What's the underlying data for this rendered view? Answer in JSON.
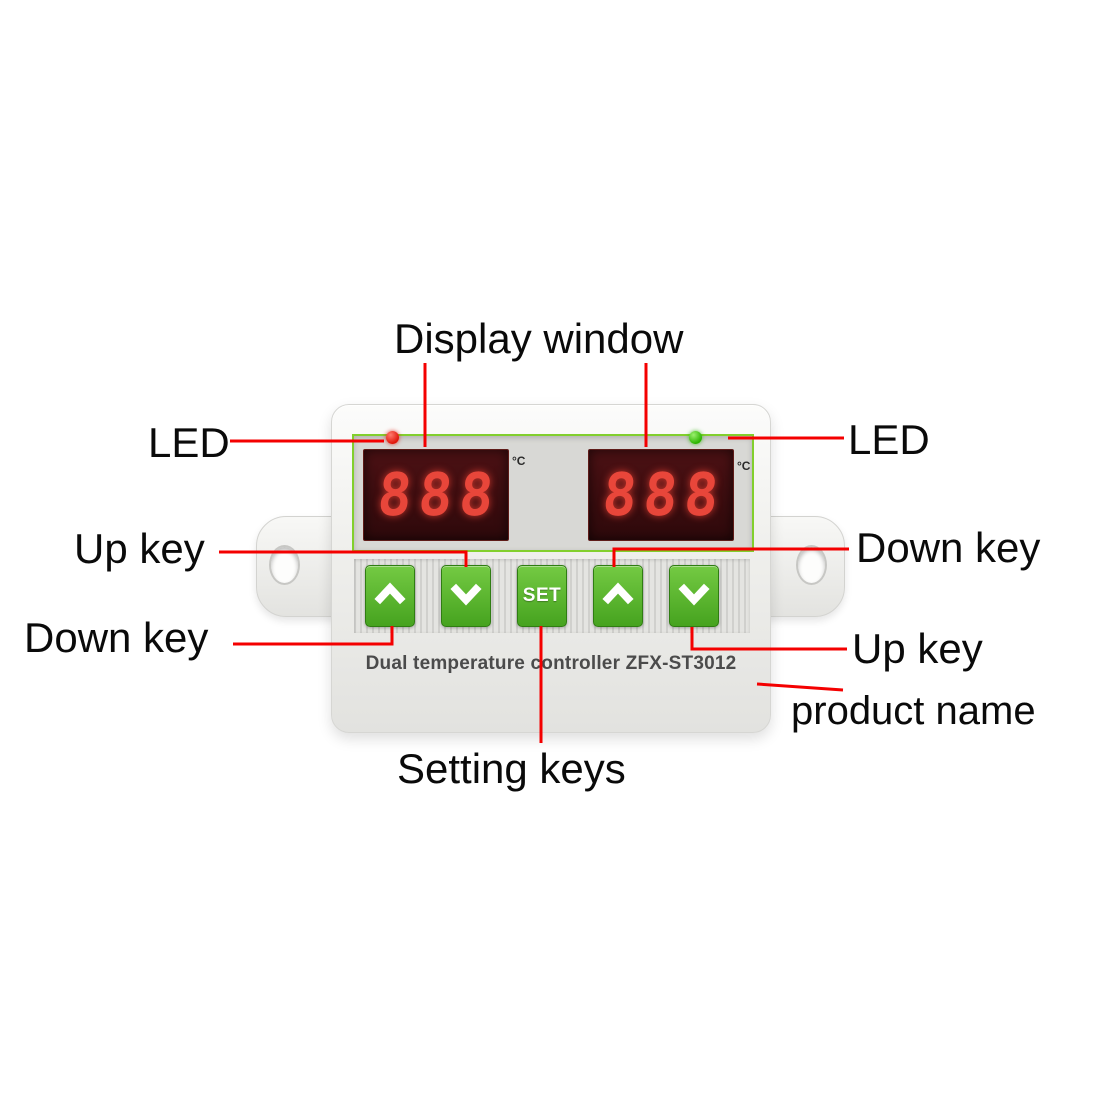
{
  "annotations": {
    "display_window": {
      "label": "Display window"
    },
    "led_left": {
      "label": "LED"
    },
    "led_right": {
      "label": "LED"
    },
    "up_key_left": {
      "label": "Up key"
    },
    "down_key_left": {
      "label": "Down key"
    },
    "down_key_right": {
      "label": "Down key"
    },
    "up_key_right": {
      "label": "Up key"
    },
    "setting_keys": {
      "label": "Setting keys"
    },
    "product_name": {
      "label": "product name"
    }
  },
  "device": {
    "caption": "Dual temperature controller ZFX-ST3012",
    "displays": [
      {
        "digits": "888",
        "unit": "°C"
      },
      {
        "digits": "888",
        "unit": "°C"
      }
    ],
    "buttons": [
      {
        "type": "up-chevron"
      },
      {
        "type": "down-chevron"
      },
      {
        "type": "set",
        "label": "SET"
      },
      {
        "type": "up-chevron"
      },
      {
        "type": "down-chevron"
      }
    ],
    "leds": [
      {
        "position": "left",
        "color": "#e01509"
      },
      {
        "position": "right",
        "color": "#2cb400"
      }
    ]
  },
  "colors": {
    "callout_line": "#f40000",
    "button_green": "#54b32b",
    "display_background": "#3a0d10",
    "digit_red": "#e8463a",
    "panel_outline_green": "#82cf2d"
  }
}
